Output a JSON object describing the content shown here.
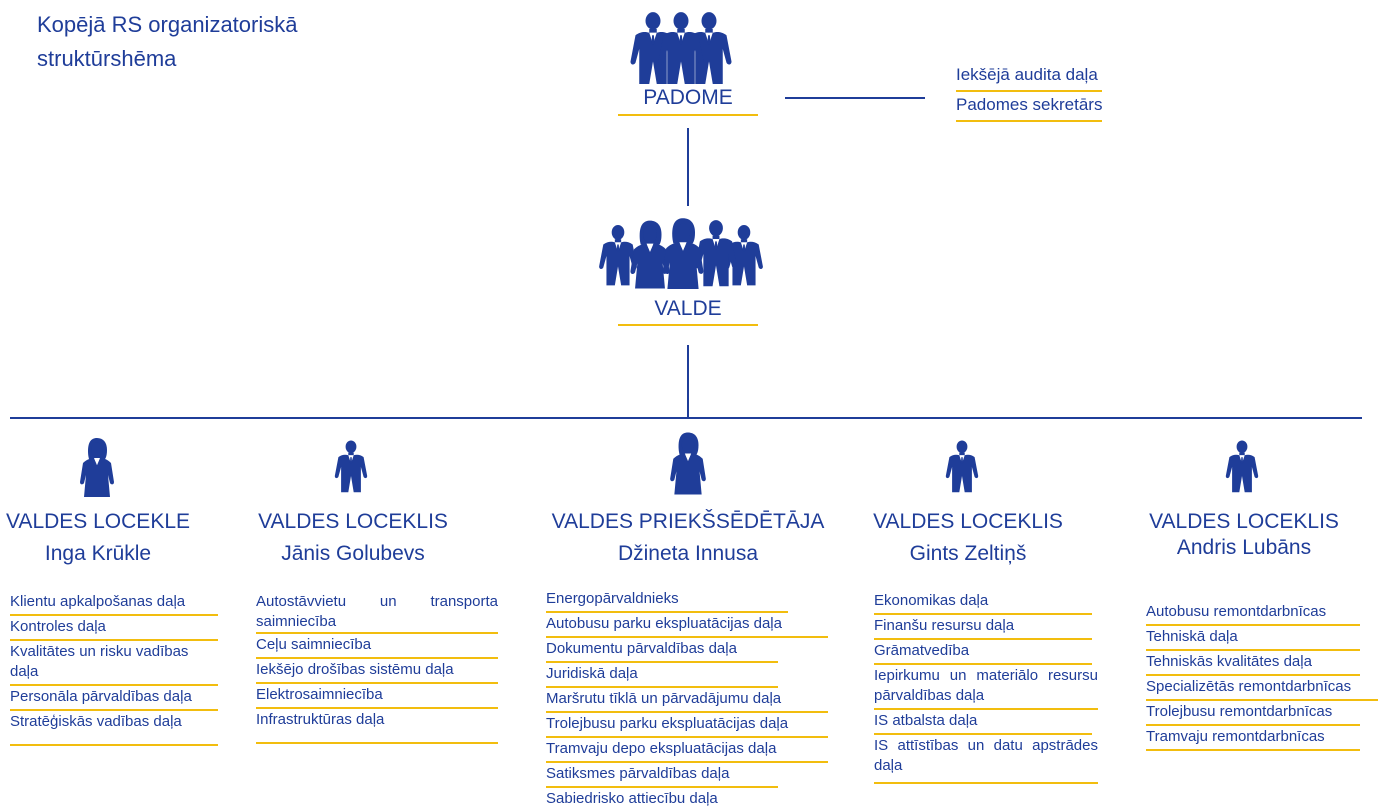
{
  "title": {
    "line1": "Kopējā RS organizatoriskā",
    "line2": "struktūrshēma"
  },
  "council": {
    "label": "PADOME",
    "side_units": [
      "Iekšējā audita daļa",
      "Padomes sekretārs"
    ]
  },
  "board": {
    "label": "VALDE"
  },
  "members": [
    {
      "role": "VALDES LOCEKLE",
      "name": "Inga Krūkle",
      "icon": "businesswoman-icon",
      "departments": [
        "Klientu apkalpošanas daļa",
        "Kontroles daļa",
        "Kvalitātes un risku vadības daļa",
        "Personāla pārvaldības daļa",
        "Stratēģiskās vadības daļa"
      ]
    },
    {
      "role": "VALDES LOCEKLIS",
      "name": "Jānis Golubevs",
      "icon": "businessman-icon",
      "departments": [
        "Autostāvvietu un transporta saimniecība",
        "Ceļu saimniecība",
        "Iekšējo drošības sistēmu daļa",
        "Elektrosaimniecība",
        "Infrastruktūras daļa"
      ]
    },
    {
      "role": "VALDES PRIEKŠSĒDĒTĀJA",
      "name": "Džineta Innusa",
      "icon": "businesswoman-icon",
      "departments": [
        "Energopārvaldnieks",
        "Autobusu parku ekspluatācijas daļa",
        "Dokumentu pārvaldības daļa",
        "Juridiskā daļa",
        "Maršrutu tīklā un pārvadājumu daļa",
        "Trolejbusu parku ekspluatācijas daļa",
        "Tramvaju depo ekspluatācijas daļa",
        "Satiksmes pārvaldības daļa",
        "Sabiedrisko attiecību daļa"
      ]
    },
    {
      "role": "VALDES LOCEKLIS",
      "name": "Gints Zeltiņš",
      "icon": "businessman-icon",
      "departments": [
        "Ekonomikas daļa",
        "Finanšu resursu daļa",
        "Grāmatvedība",
        "Iepirkumu un materiālo resursu pārvaldības daļa",
        "IS atbalsta daļa",
        "IS attīstības un datu apstrādes daļa"
      ]
    },
    {
      "role": "VALDES LOCEKLIS",
      "name": "Andris Lubāns",
      "icon": "businessman-icon",
      "departments": [
        "Autobusu remontdarbnīcas",
        "Tehniskā daļa",
        "Tehniskās kvalitātes daļa",
        "Specializētās remontdarbnīcas",
        "Trolejbusu remontdarbnīcas",
        "Tramvaju remontdarbnīcas"
      ]
    }
  ],
  "colors": {
    "primary": "#1f3d99",
    "accent": "#f2bd0e"
  }
}
